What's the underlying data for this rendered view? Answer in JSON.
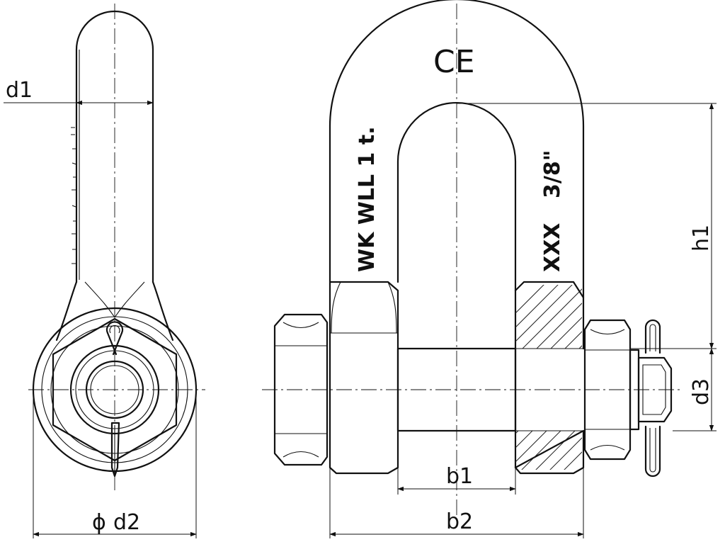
{
  "dimensions": {
    "d1": "d1",
    "d2_symbol": "ϕ",
    "d2": "d2",
    "d3": "d3",
    "h1": "h1",
    "b1": "b1",
    "b2": "b2"
  },
  "markings": {
    "ce": "CE",
    "left_leg": "WK WLL 1 t.",
    "right_leg_code": "XXX",
    "right_leg_size": "3/8\""
  }
}
